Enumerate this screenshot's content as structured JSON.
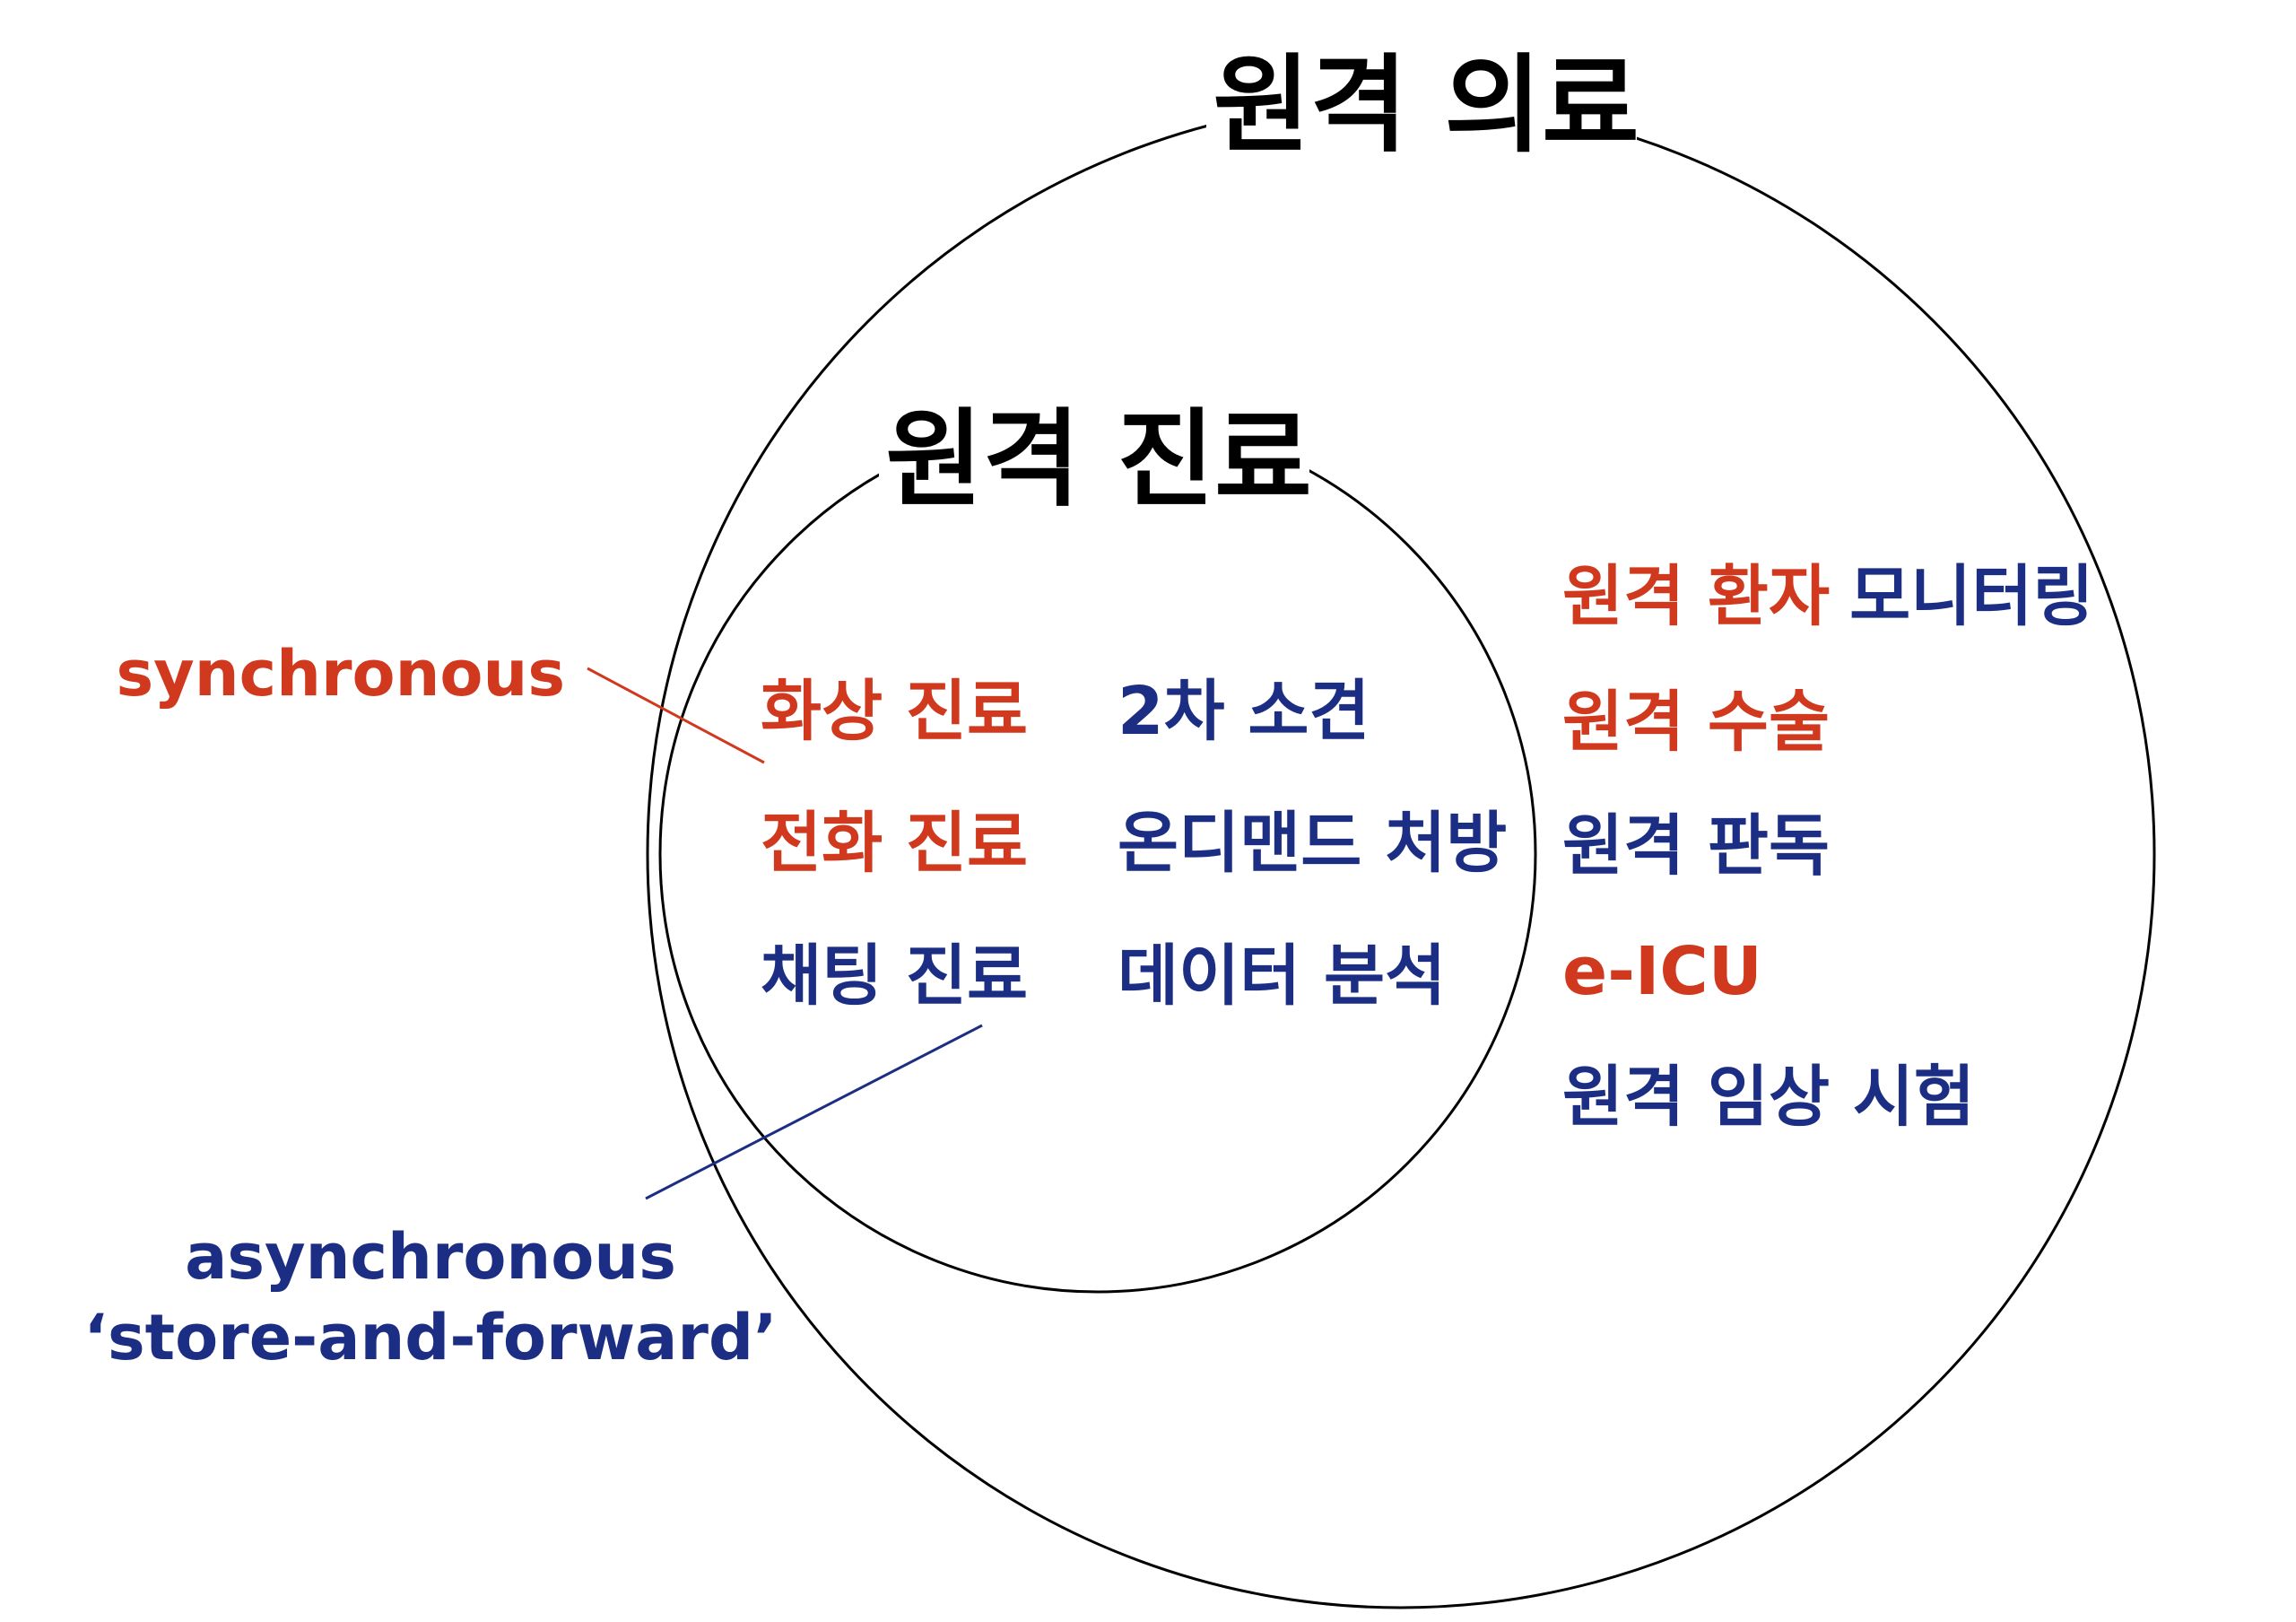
{
  "outer_set": {
    "title": "원격 의료"
  },
  "inner_set": {
    "title": "원격 진료"
  },
  "inner_items": [
    {
      "text": "화상 진료",
      "color": "red"
    },
    {
      "text": "2차 소견",
      "color": "blue"
    },
    {
      "text": "전화 진료",
      "color": "red"
    },
    {
      "text": "온디맨드 처방",
      "color": "blue"
    },
    {
      "text": "채팅 진료",
      "color": "blue"
    },
    {
      "text": "데이터 분석",
      "color": "blue"
    }
  ],
  "outer_items": {
    "monitoring_prefix": "원격 환자",
    "monitoring_suffix": "모니터링",
    "surgery": "원격 수술",
    "reading": "원격 판독",
    "eicu": "e-ICU",
    "trial": "원격 임상 시험"
  },
  "labels": {
    "synchronous": "synchronous",
    "asynchronous_line1": "asynchronous",
    "asynchronous_line2": "‘store-and-forward’"
  },
  "colors": {
    "red": "#d0391e",
    "blue": "#1c2e84",
    "black": "#000000"
  }
}
